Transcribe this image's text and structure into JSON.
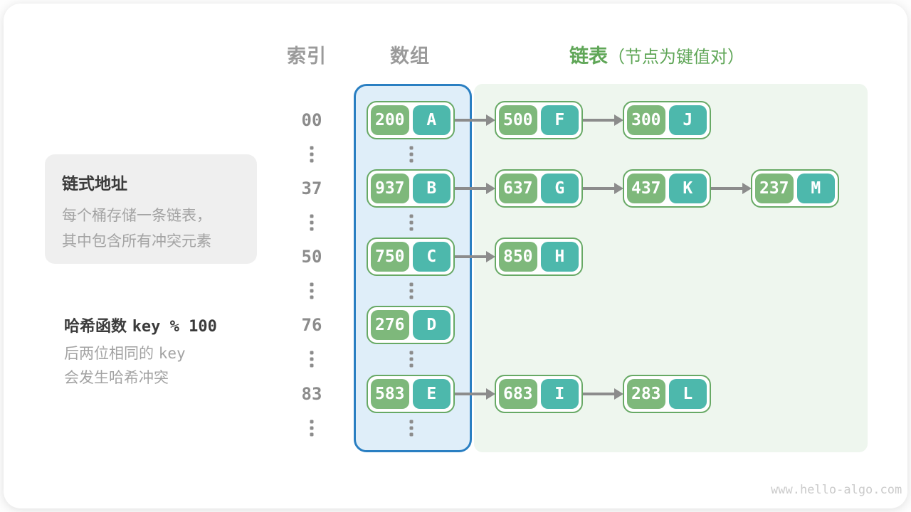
{
  "header": {
    "index": "索引",
    "array": "数组",
    "list": "链表",
    "list_note": "（节点为键值对）"
  },
  "note_box": {
    "title": "链式地址",
    "line1": "每个桶存储一条链表，",
    "line2": "其中包含所有冲突元素"
  },
  "hash_function": {
    "label": "哈希函数",
    "code": "key % 100",
    "note_prefix": "后两位相同的",
    "note_code": "key",
    "note_line2": "会发生哈希冲突"
  },
  "table": {
    "rows": [
      {
        "index": "00",
        "nodes": [
          {
            "key": "200",
            "value": "A"
          },
          {
            "key": "500",
            "value": "F"
          },
          {
            "key": "300",
            "value": "J"
          }
        ]
      },
      {
        "index": "37",
        "nodes": [
          {
            "key": "937",
            "value": "B"
          },
          {
            "key": "637",
            "value": "G"
          },
          {
            "key": "437",
            "value": "K"
          },
          {
            "key": "237",
            "value": "M"
          }
        ]
      },
      {
        "index": "50",
        "nodes": [
          {
            "key": "750",
            "value": "C"
          },
          {
            "key": "850",
            "value": "H"
          }
        ]
      },
      {
        "index": "76",
        "nodes": [
          {
            "key": "276",
            "value": "D"
          }
        ]
      },
      {
        "index": "83",
        "nodes": [
          {
            "key": "583",
            "value": "E"
          },
          {
            "key": "683",
            "value": "I"
          },
          {
            "key": "283",
            "value": "L"
          }
        ]
      }
    ]
  },
  "colors": {
    "key_pill_green": "#7eb87b",
    "value_pill_teal": "#4db8ac",
    "node_border_green": "#67a965",
    "array_fill_blue": "#dfeef9",
    "array_border_blue": "#2a7fc2",
    "chain_fill_green": "#eef6ee",
    "header_green": "#5fa657",
    "gray_text": "#8c8c8c"
  },
  "watermark": "www.hello-algo.com"
}
